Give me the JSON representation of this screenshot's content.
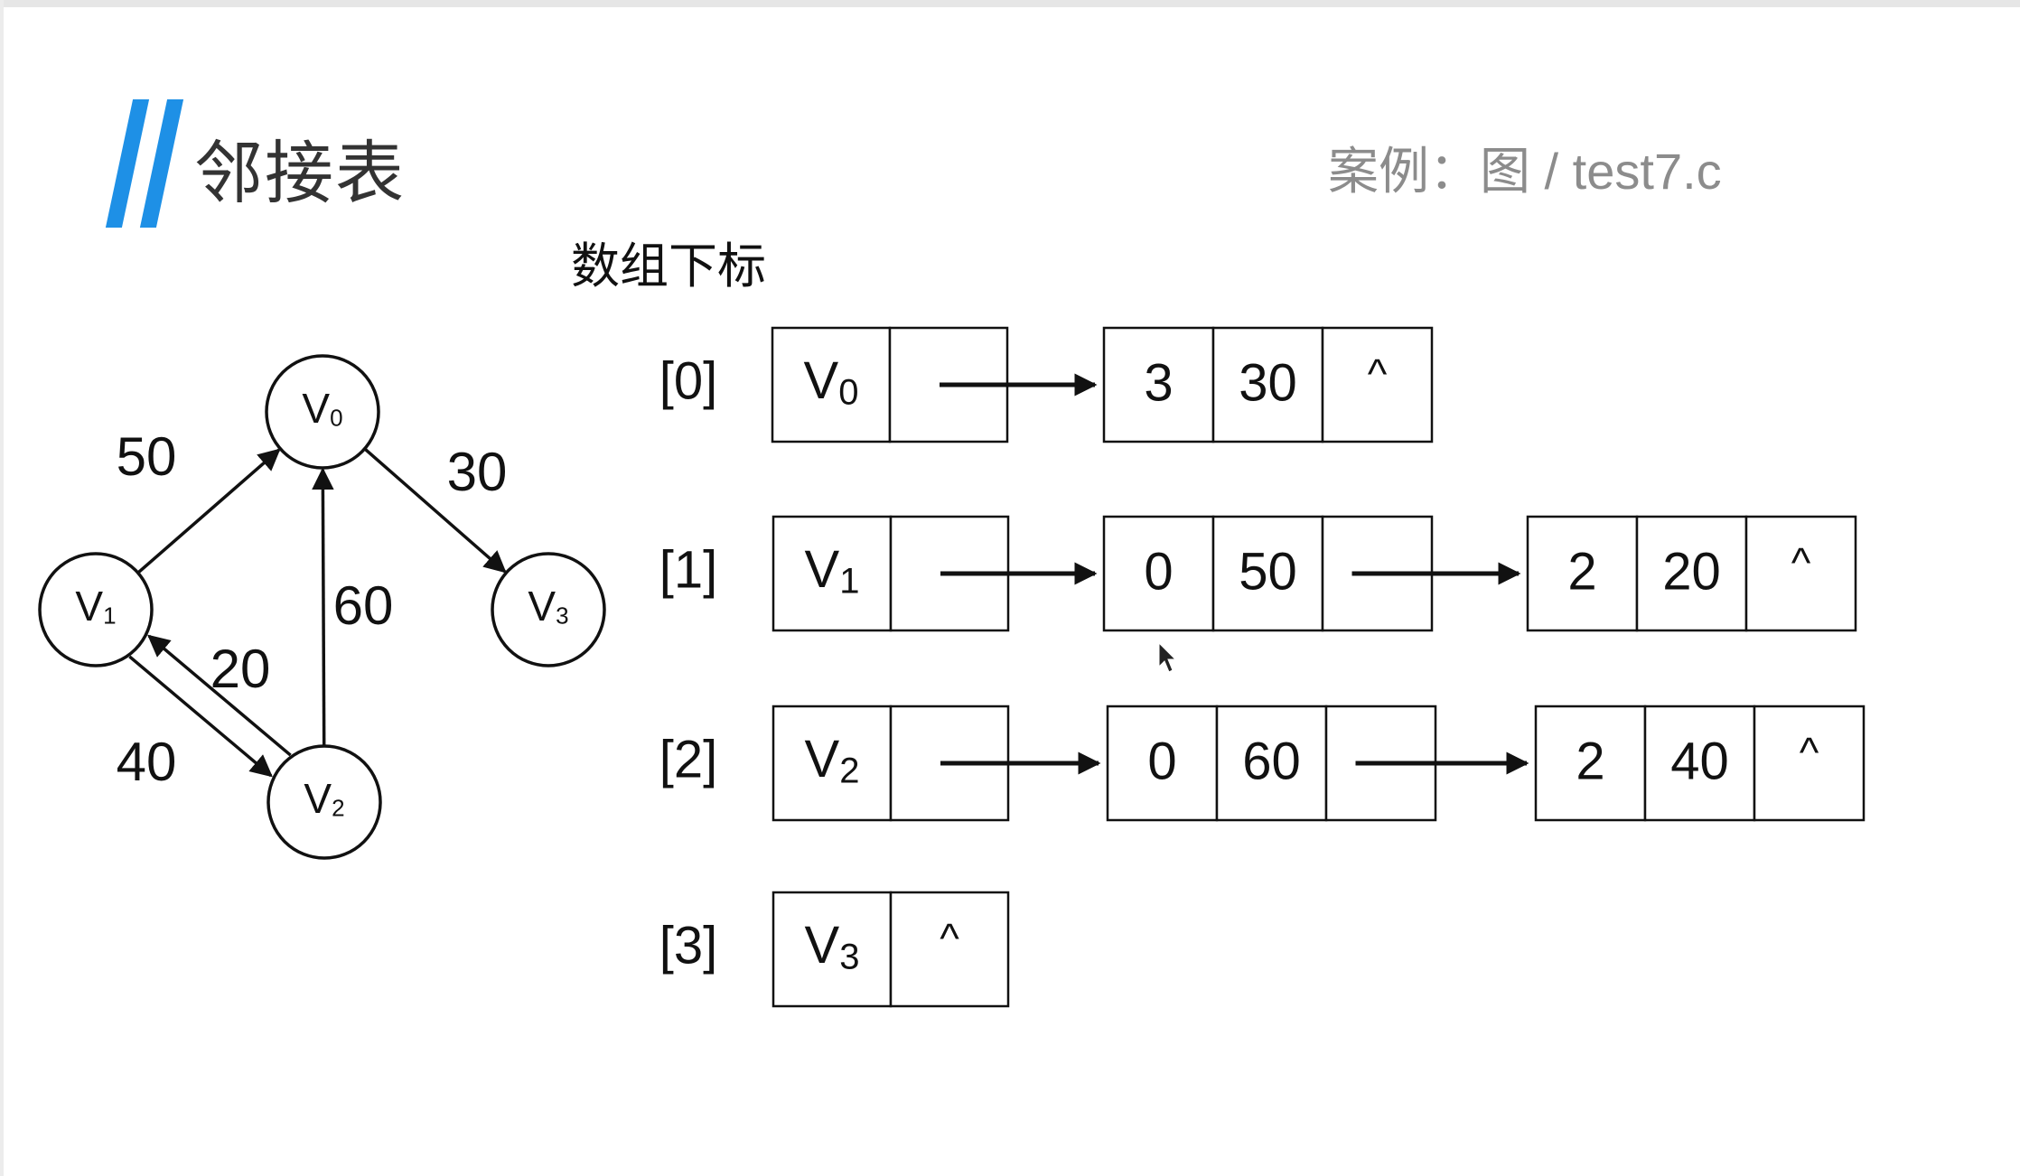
{
  "title": "邻接表",
  "case_label": "案例：图 / test7.c",
  "array_label": "数组下标",
  "colors": {
    "accent": "#1e90e6",
    "case_text": "#8c8c8c",
    "line": "#111111"
  },
  "graph": {
    "vertices": [
      {
        "id": "v0",
        "base": "V",
        "sub": "0"
      },
      {
        "id": "v1",
        "base": "V",
        "sub": "1"
      },
      {
        "id": "v2",
        "base": "V",
        "sub": "2"
      },
      {
        "id": "v3",
        "base": "V",
        "sub": "3"
      }
    ],
    "edges": [
      {
        "from": "v1",
        "to": "v0",
        "weight": "50"
      },
      {
        "from": "v0",
        "to": "v3",
        "weight": "30"
      },
      {
        "from": "v2",
        "to": "v0",
        "weight": "60"
      },
      {
        "from": "v1",
        "to": "v2",
        "weight": "20"
      },
      {
        "from": "v2",
        "to": "v1",
        "weight": "40"
      }
    ]
  },
  "adjacency_list": [
    {
      "index": "[0]",
      "vertex": {
        "base": "V",
        "sub": "0"
      },
      "head_null": false,
      "nodes": [
        {
          "adj": "3",
          "weight": "30",
          "next": "^"
        }
      ]
    },
    {
      "index": "[1]",
      "vertex": {
        "base": "V",
        "sub": "1"
      },
      "head_null": false,
      "nodes": [
        {
          "adj": "0",
          "weight": "50",
          "next": ""
        },
        {
          "adj": "2",
          "weight": "20",
          "next": "^"
        }
      ]
    },
    {
      "index": "[2]",
      "vertex": {
        "base": "V",
        "sub": "2"
      },
      "head_null": false,
      "nodes": [
        {
          "adj": "0",
          "weight": "60",
          "next": ""
        },
        {
          "adj": "2",
          "weight": "40",
          "next": "^"
        }
      ]
    },
    {
      "index": "[3]",
      "vertex": {
        "base": "V",
        "sub": "3"
      },
      "head_null": true,
      "head_next": "^",
      "nodes": []
    }
  ]
}
